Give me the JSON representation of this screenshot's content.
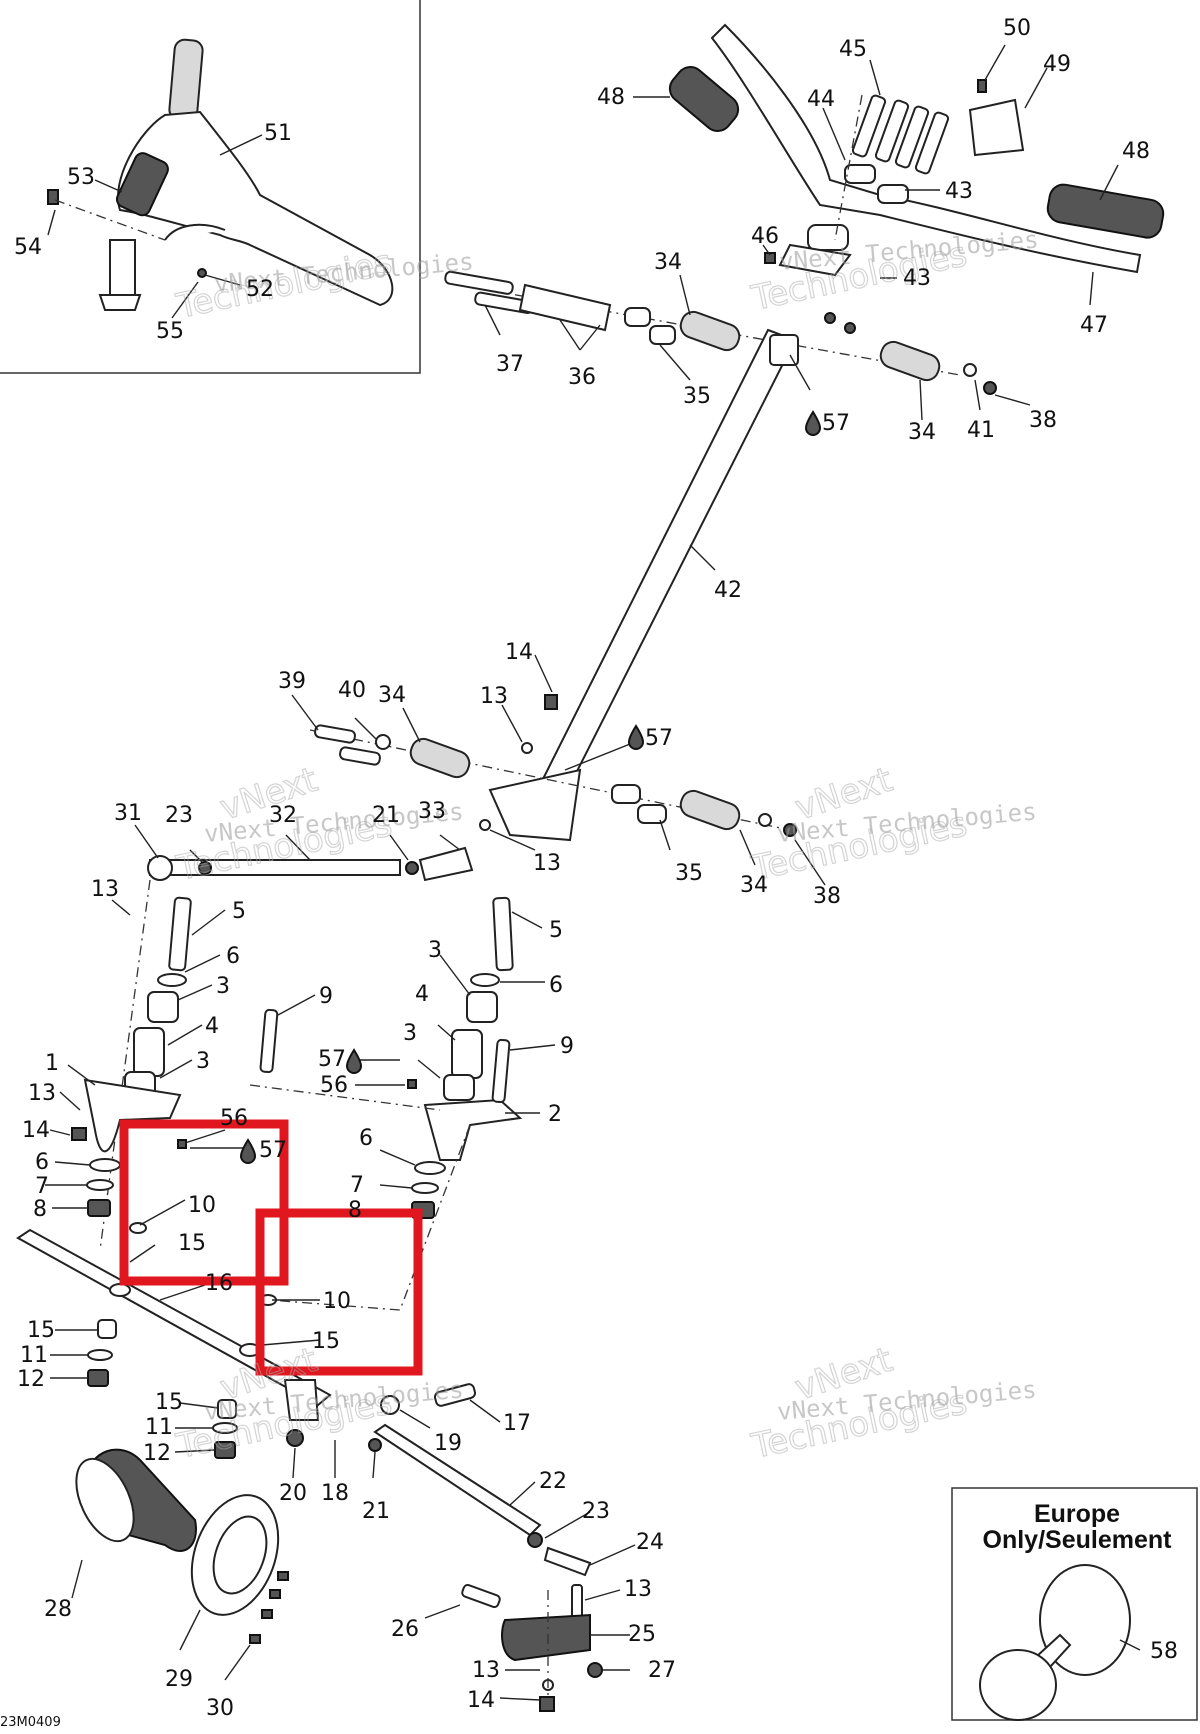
{
  "diagram": {
    "drawing_code": "23M0409",
    "inset_title_line1": "Europe",
    "inset_title_line2": "Only/Seulement",
    "watermark_line1": "vNext Technologies",
    "watermark_line2": "Technologies",
    "watermark_line3": "vNext",
    "callouts": [
      {
        "id": "c50",
        "text": "50"
      },
      {
        "id": "c49",
        "text": "49"
      },
      {
        "id": "c45",
        "text": "45"
      },
      {
        "id": "c44",
        "text": "44"
      },
      {
        "id": "c48a",
        "text": "48"
      },
      {
        "id": "c48b",
        "text": "48"
      },
      {
        "id": "c43a",
        "text": "43"
      },
      {
        "id": "c43b",
        "text": "43"
      },
      {
        "id": "c46",
        "text": "46"
      },
      {
        "id": "c47",
        "text": "47"
      },
      {
        "id": "c34a",
        "text": "34"
      },
      {
        "id": "c34b",
        "text": "34"
      },
      {
        "id": "c37",
        "text": "37"
      },
      {
        "id": "c36",
        "text": "36"
      },
      {
        "id": "c35a",
        "text": "35"
      },
      {
        "id": "c57a",
        "text": "57"
      },
      {
        "id": "c41",
        "text": "41"
      },
      {
        "id": "c38a",
        "text": "38"
      },
      {
        "id": "c42",
        "text": "42"
      },
      {
        "id": "c51",
        "text": "51"
      },
      {
        "id": "c53",
        "text": "53"
      },
      {
        "id": "c54",
        "text": "54"
      },
      {
        "id": "c52",
        "text": "52"
      },
      {
        "id": "c55",
        "text": "55"
      },
      {
        "id": "c14a",
        "text": "14"
      },
      {
        "id": "c39",
        "text": "39"
      },
      {
        "id": "c40",
        "text": "40"
      },
      {
        "id": "c34c",
        "text": "34"
      },
      {
        "id": "c13a",
        "text": "13"
      },
      {
        "id": "c57b",
        "text": "57"
      },
      {
        "id": "c31",
        "text": "31"
      },
      {
        "id": "c23a",
        "text": "23"
      },
      {
        "id": "c32",
        "text": "32"
      },
      {
        "id": "c21a",
        "text": "21"
      },
      {
        "id": "c33",
        "text": "33"
      },
      {
        "id": "c13b",
        "text": "13"
      },
      {
        "id": "c35b",
        "text": "35"
      },
      {
        "id": "c34d",
        "text": "34"
      },
      {
        "id": "c38b",
        "text": "38"
      },
      {
        "id": "c13c",
        "text": "13"
      },
      {
        "id": "c5a",
        "text": "5"
      },
      {
        "id": "c6a",
        "text": "6"
      },
      {
        "id": "c3a",
        "text": "3"
      },
      {
        "id": "c4a",
        "text": "4"
      },
      {
        "id": "c3b",
        "text": "3"
      },
      {
        "id": "c9a",
        "text": "9"
      },
      {
        "id": "c5b",
        "text": "5"
      },
      {
        "id": "c3c",
        "text": "3"
      },
      {
        "id": "c6b",
        "text": "6"
      },
      {
        "id": "c4b",
        "text": "4"
      },
      {
        "id": "c9b",
        "text": "9"
      },
      {
        "id": "c3d",
        "text": "3"
      },
      {
        "id": "c57c",
        "text": "57"
      },
      {
        "id": "c56a",
        "text": "56"
      },
      {
        "id": "c1",
        "text": "1"
      },
      {
        "id": "c13d",
        "text": "13"
      },
      {
        "id": "c14b",
        "text": "14"
      },
      {
        "id": "c56b",
        "text": "56"
      },
      {
        "id": "c57d",
        "text": "57"
      },
      {
        "id": "c2",
        "text": "2"
      },
      {
        "id": "c6c",
        "text": "6"
      },
      {
        "id": "c7a",
        "text": "7"
      },
      {
        "id": "c8a",
        "text": "8"
      },
      {
        "id": "c6d",
        "text": "6"
      },
      {
        "id": "c7b",
        "text": "7"
      },
      {
        "id": "c8b",
        "text": "8"
      },
      {
        "id": "c10a",
        "text": "10"
      },
      {
        "id": "c15a",
        "text": "15"
      },
      {
        "id": "c16",
        "text": "16"
      },
      {
        "id": "c10b",
        "text": "10"
      },
      {
        "id": "c15b",
        "text": "15"
      },
      {
        "id": "c15c",
        "text": "15"
      },
      {
        "id": "c11a",
        "text": "11"
      },
      {
        "id": "c12a",
        "text": "12"
      },
      {
        "id": "c15d",
        "text": "15"
      },
      {
        "id": "c11b",
        "text": "11"
      },
      {
        "id": "c12b",
        "text": "12"
      },
      {
        "id": "c17",
        "text": "17"
      },
      {
        "id": "c19",
        "text": "19"
      },
      {
        "id": "c20",
        "text": "20"
      },
      {
        "id": "c18",
        "text": "18"
      },
      {
        "id": "c21b",
        "text": "21"
      },
      {
        "id": "c22",
        "text": "22"
      },
      {
        "id": "c23b",
        "text": "23"
      },
      {
        "id": "c24",
        "text": "24"
      },
      {
        "id": "c28",
        "text": "28"
      },
      {
        "id": "c29",
        "text": "29"
      },
      {
        "id": "c30",
        "text": "30"
      },
      {
        "id": "c13e",
        "text": "13"
      },
      {
        "id": "c26",
        "text": "26"
      },
      {
        "id": "c25",
        "text": "25"
      },
      {
        "id": "c13f",
        "text": "13"
      },
      {
        "id": "c27",
        "text": "27"
      },
      {
        "id": "c14c",
        "text": "14"
      },
      {
        "id": "c58",
        "text": "58"
      }
    ]
  },
  "colors": {
    "highlight": "#e0171f",
    "line": "#222222"
  }
}
